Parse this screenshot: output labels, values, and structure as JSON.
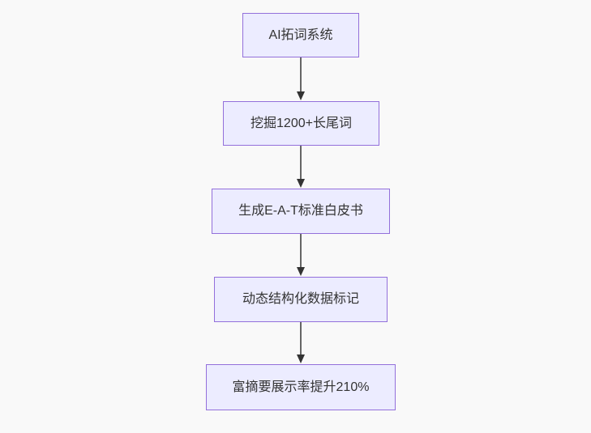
{
  "diagram": {
    "type": "flowchart",
    "direction": "top-down",
    "nodes": [
      {
        "id": "n1",
        "label": "AI拓词系统"
      },
      {
        "id": "n2",
        "label": "挖掘1200+长尾词"
      },
      {
        "id": "n3",
        "label": "生成E-A-T标准白皮书"
      },
      {
        "id": "n4",
        "label": "动态结构化数据标记"
      },
      {
        "id": "n5",
        "label": "富摘要展示率提升210%"
      }
    ],
    "edges": [
      {
        "from": "n1",
        "to": "n2"
      },
      {
        "from": "n2",
        "to": "n3"
      },
      {
        "from": "n3",
        "to": "n4"
      },
      {
        "from": "n4",
        "to": "n5"
      }
    ],
    "colors": {
      "background": "#f9f9f9",
      "node_fill": "#ececff",
      "node_border": "#9370db",
      "edge_line": "#555555",
      "arrowhead": "#333333",
      "text": "#333333"
    }
  }
}
